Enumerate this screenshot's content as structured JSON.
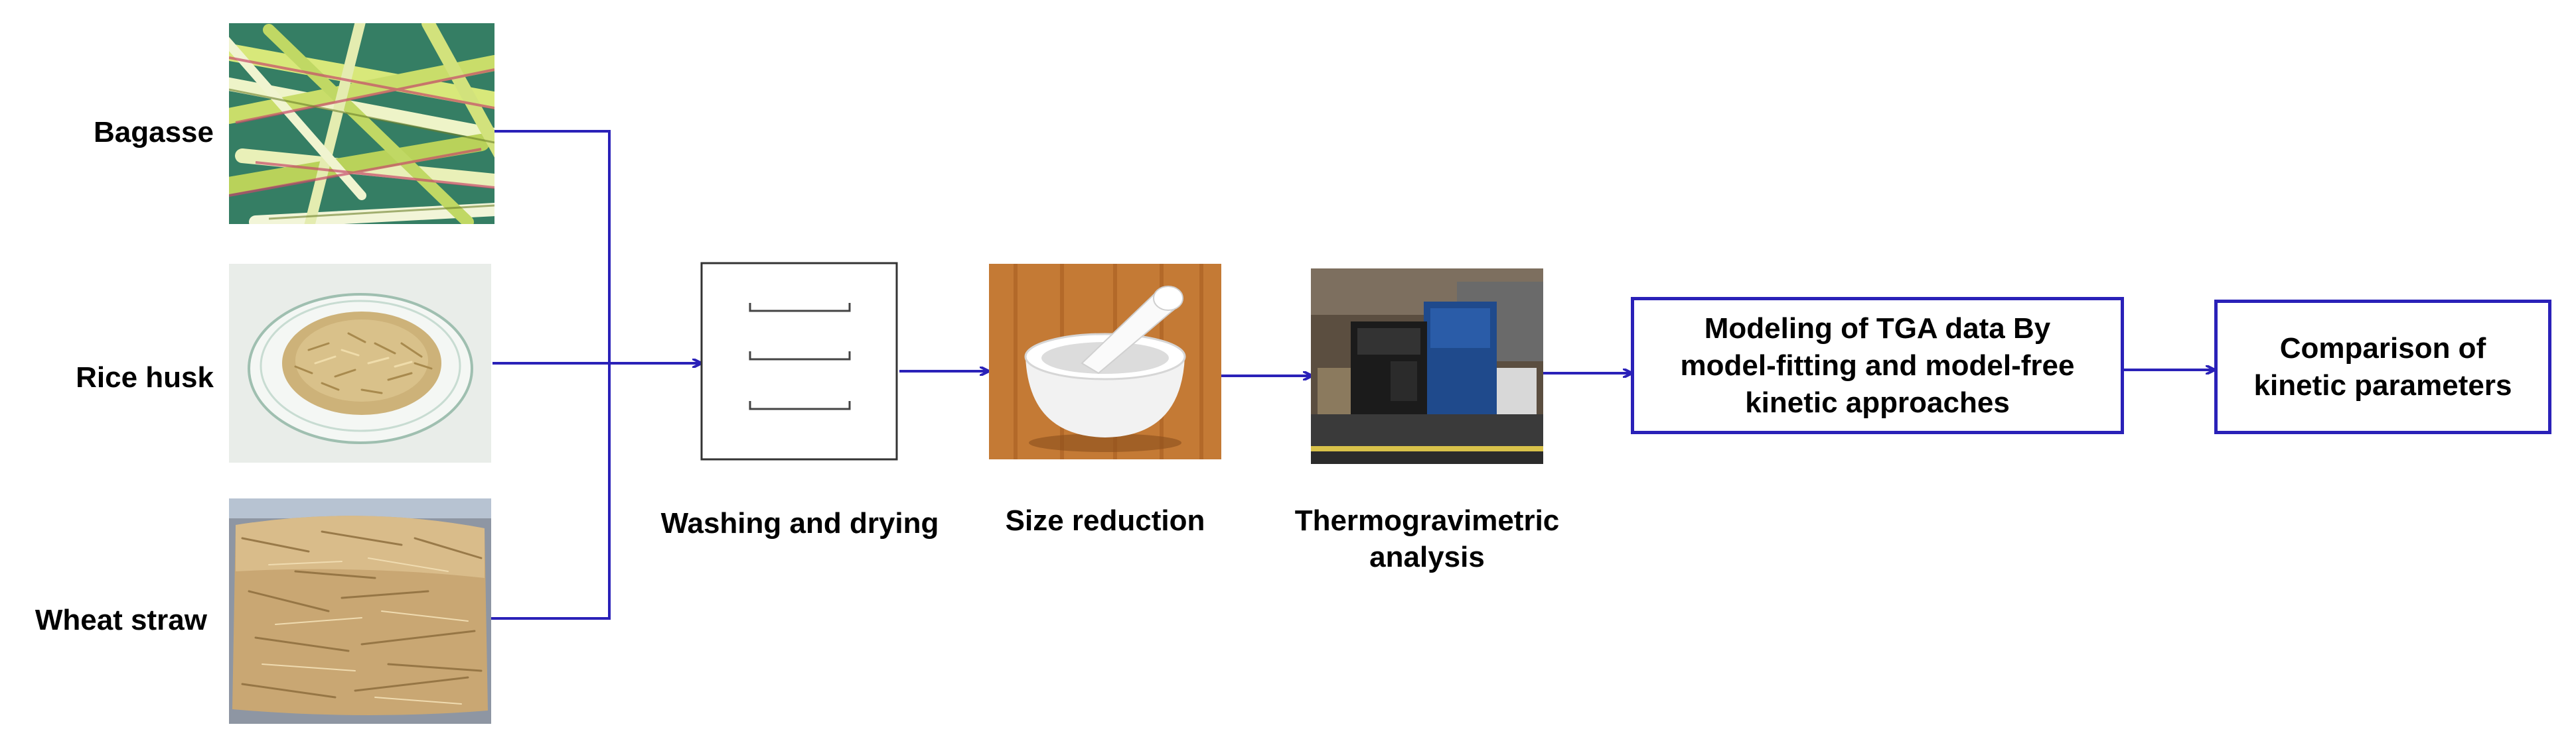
{
  "colors": {
    "arrow": "#2a21b8",
    "box_border": "#2a21b8",
    "text": "#000000"
  },
  "feedstocks": [
    {
      "label": "Bagasse"
    },
    {
      "label": "Rice husk"
    },
    {
      "label": "Wheat straw"
    }
  ],
  "steps": [
    {
      "label": "Washing and drying",
      "icon": "washing-tray-icon"
    },
    {
      "label": "Size reduction",
      "icon": "mortar-and-pestle-icon"
    },
    {
      "label_line1": "Thermogravimetric",
      "label_line2": "analysis",
      "icon": "tga-instrument-icon"
    }
  ],
  "modeling_box": {
    "line1": "Modeling of TGA data By",
    "line2": "model-fitting and model-free",
    "line3": "kinetic approaches"
  },
  "comparison_box": {
    "line1": "Comparison of",
    "line2": "kinetic parameters"
  }
}
